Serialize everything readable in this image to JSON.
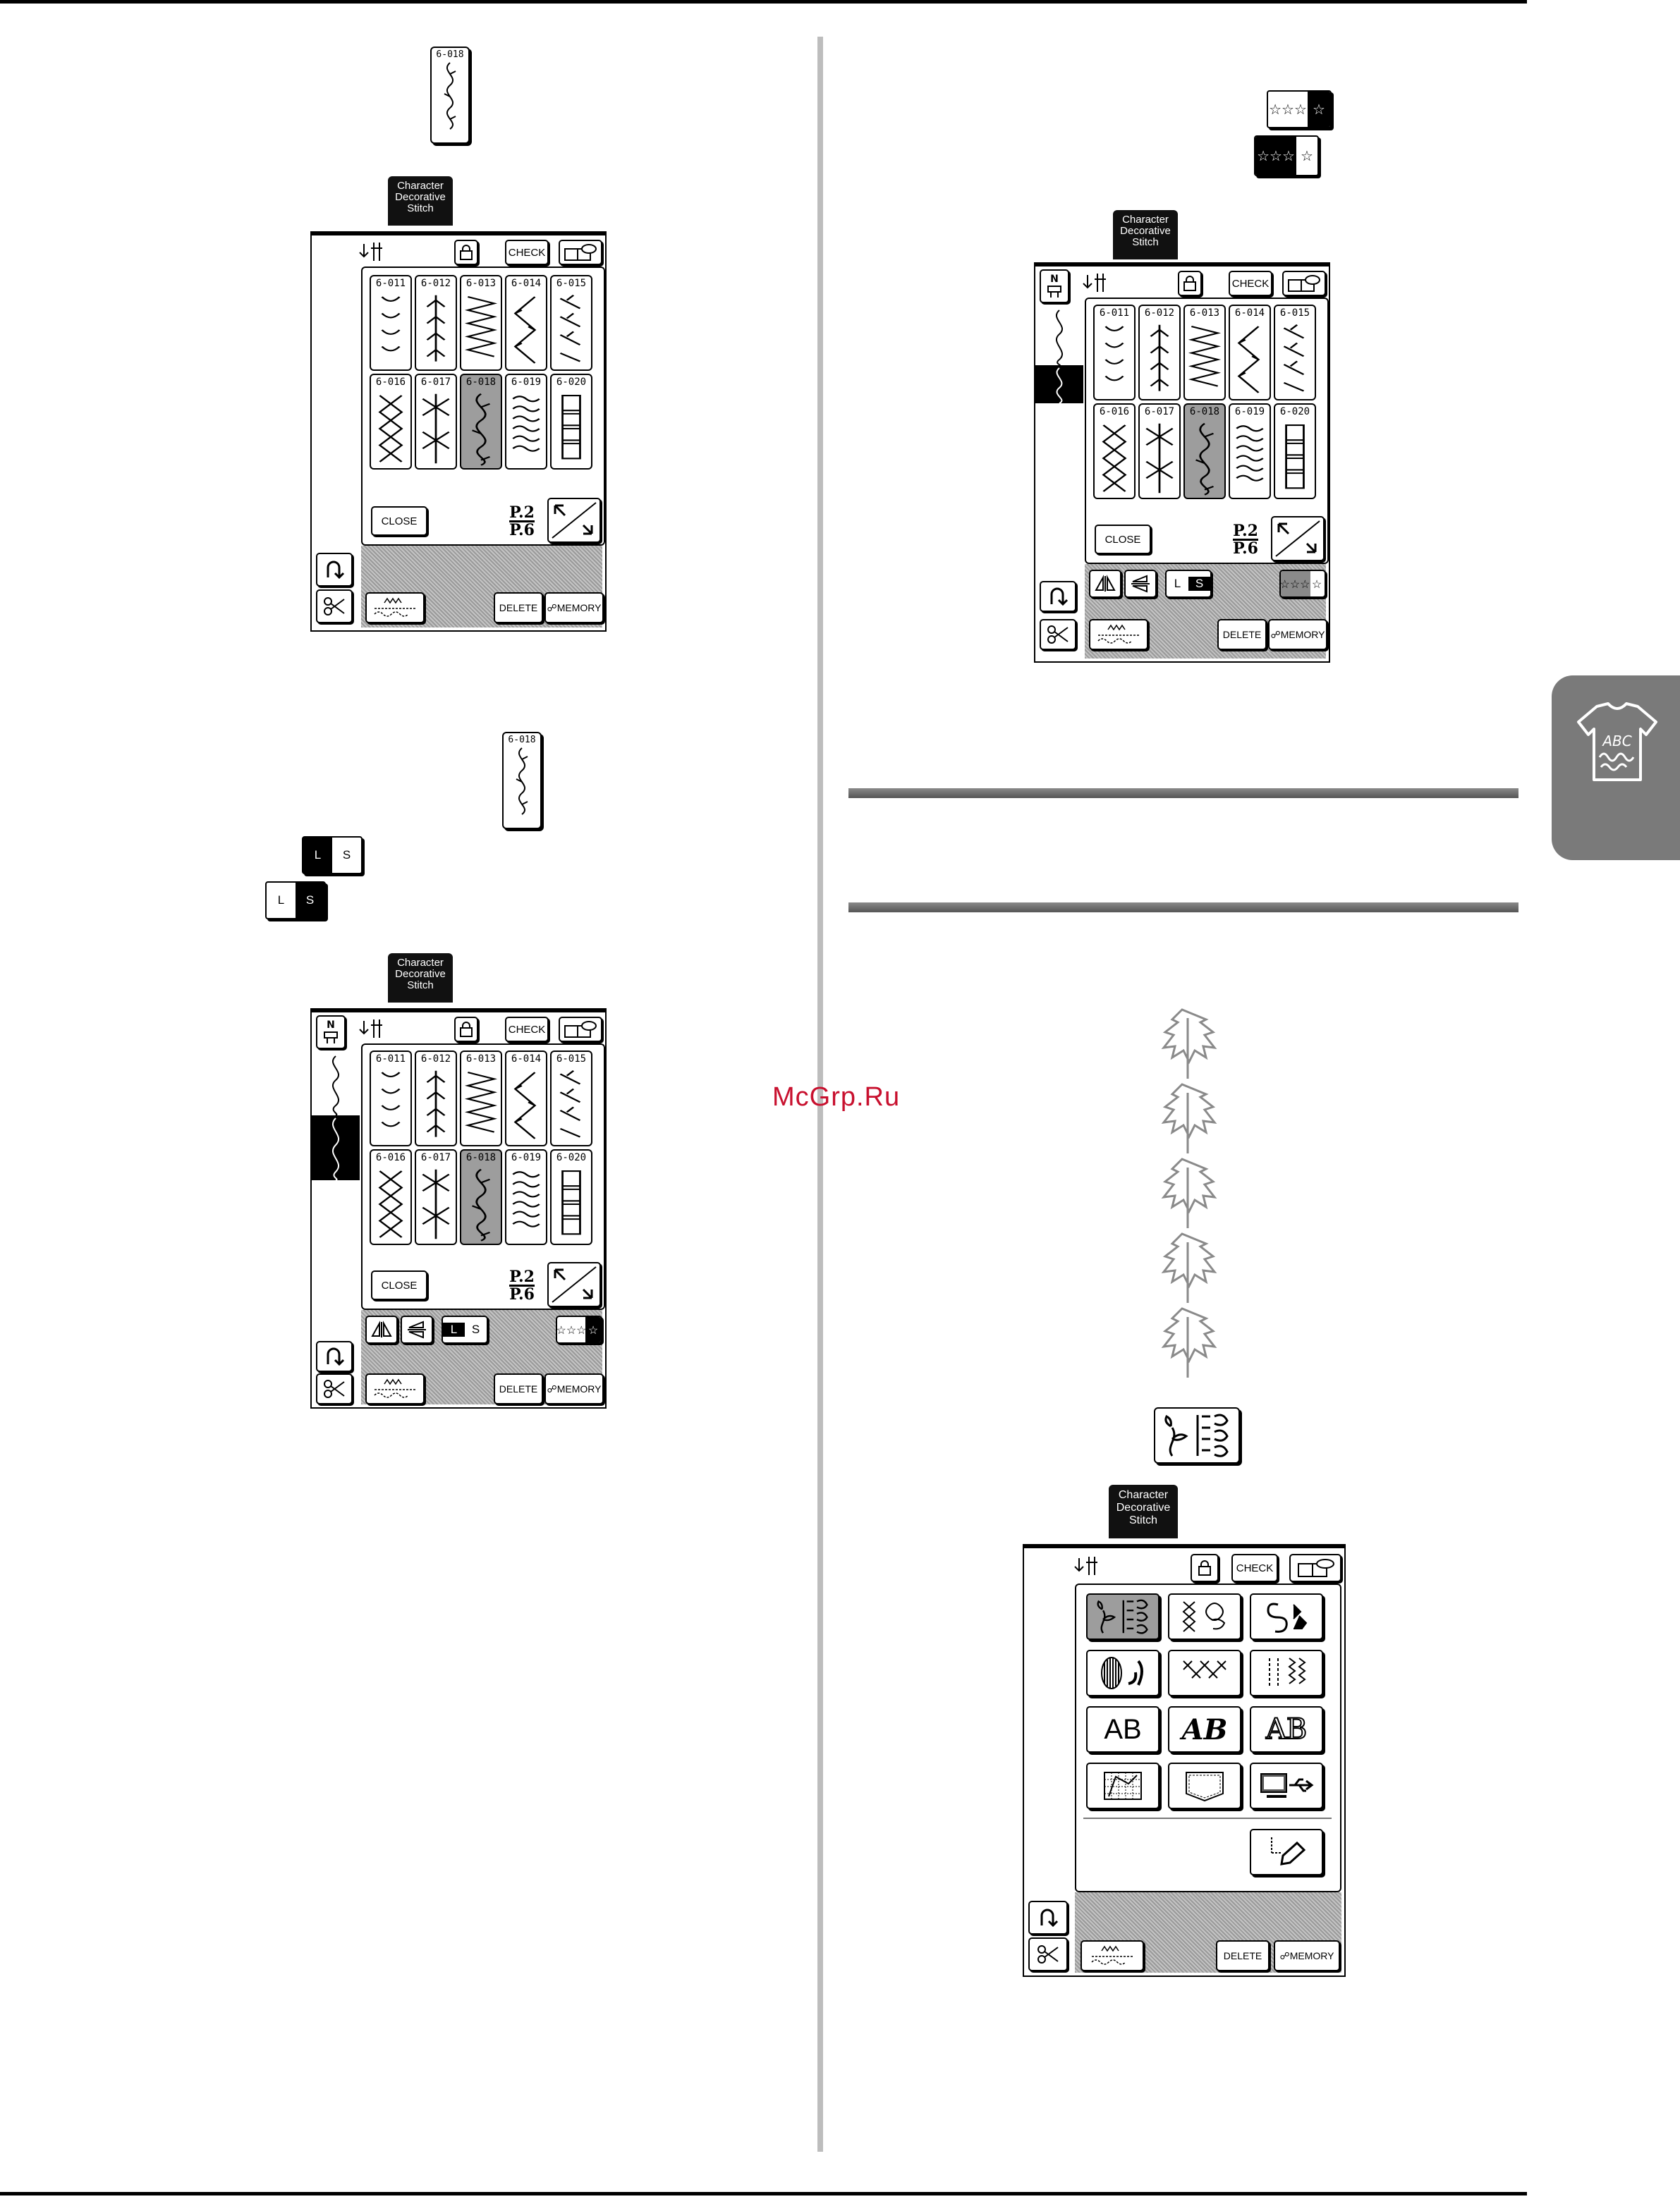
{
  "watermark": "McGrp.Ru",
  "stitch_code": "6-018",
  "ls_key": {
    "large": "L",
    "small": "S"
  },
  "screen_common": {
    "tab_line1": "Character",
    "tab_line2": "Decorative",
    "tab_line3": "Stitch",
    "check": "CHECK",
    "close": "CLOSE",
    "delete": "DELETE",
    "memory": "MEMORY",
    "page_current": "P.2",
    "page_total": "P.6"
  },
  "stitch_grid": {
    "row1": [
      "6-011",
      "6-012",
      "6-013",
      "6-014",
      "6-015"
    ],
    "row2": [
      "6-016",
      "6-017",
      "6-018",
      "6-019",
      "6-020"
    ],
    "selected": "6-018"
  },
  "category_screen": {
    "row3": [
      "AB",
      "AB",
      "AB"
    ]
  },
  "tab_icon_text": "ABC",
  "colors": {
    "selected": "#9d9d9d",
    "hatch": "#b0b0b0",
    "tab": "#7a7a7a",
    "watermark": "#c8102e"
  }
}
